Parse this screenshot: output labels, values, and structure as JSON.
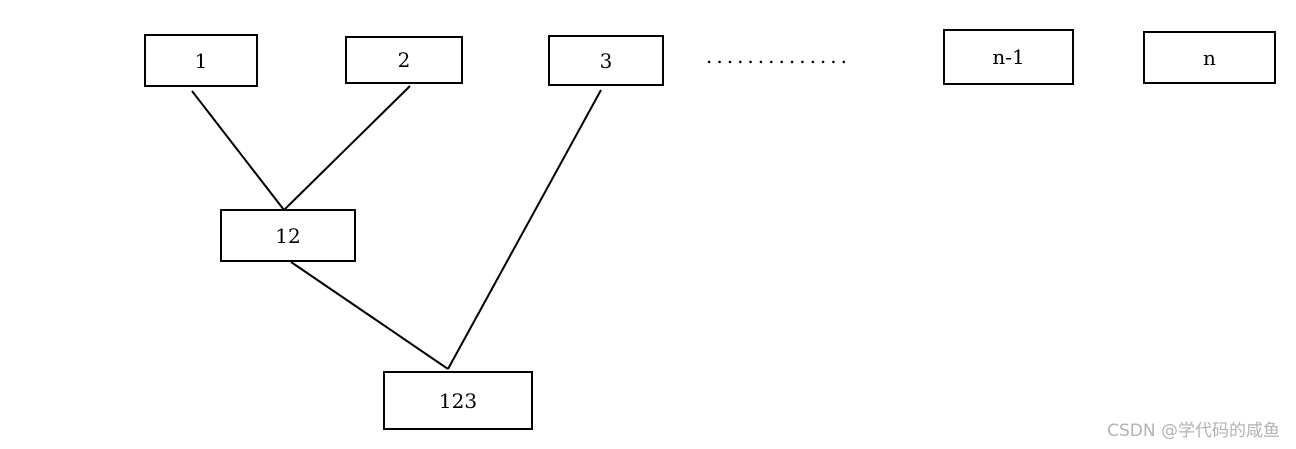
{
  "nodes": {
    "n1": "1",
    "n2": "2",
    "n3": "3",
    "n_minus_1": "n-1",
    "n": "n",
    "n12": "12",
    "n123": "123"
  },
  "ellipsis": "..............",
  "edges": [
    {
      "from": "1",
      "to": "12"
    },
    {
      "from": "2",
      "to": "12"
    },
    {
      "from": "12",
      "to": "123"
    },
    {
      "from": "3",
      "to": "123"
    }
  ],
  "colors": {
    "stroke": "#000000",
    "background": "#ffffff",
    "watermark": "#b3b3b3"
  },
  "watermark": "CSDN @学代码的咸鱼"
}
